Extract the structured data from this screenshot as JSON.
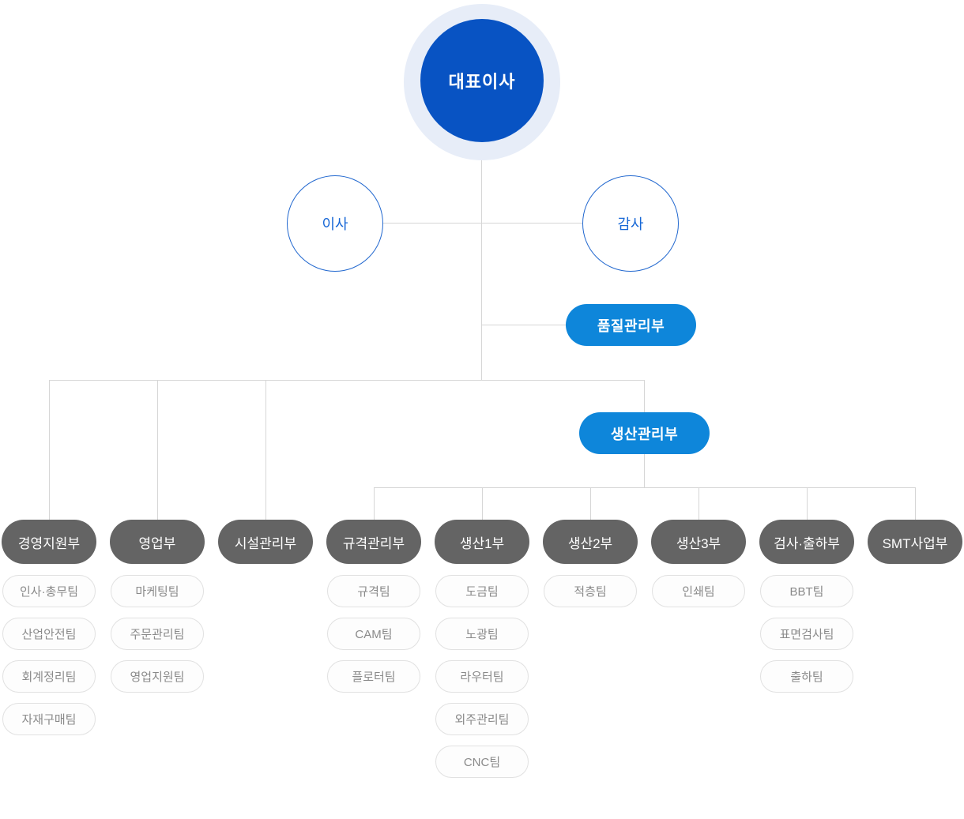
{
  "org_chart": {
    "ceo": {
      "label": "대표이사"
    },
    "advisors": [
      {
        "label": "이사"
      },
      {
        "label": "감사"
      }
    ],
    "quality_dept": {
      "label": "품질관리부"
    },
    "production_mgmt_dept": {
      "label": "생산관리부"
    },
    "departments": [
      {
        "label": "경영지원부",
        "teams": [
          "인사·총무팀",
          "산업안전팀",
          "회계정리팀",
          "자재구매팀"
        ]
      },
      {
        "label": "영업부",
        "teams": [
          "마케팅팀",
          "주문관리팀",
          "영업지원팀"
        ]
      },
      {
        "label": "시설관리부",
        "teams": []
      },
      {
        "label": "규격관리부",
        "teams": [
          "규격팀",
          "CAM팀",
          "플로터팀"
        ]
      },
      {
        "label": "생산1부",
        "teams": [
          "도금팀",
          "노광팀",
          "라우터팀",
          "외주관리팀",
          "CNC팀"
        ]
      },
      {
        "label": "생산2부",
        "teams": [
          "적층팀"
        ]
      },
      {
        "label": "생산3부",
        "teams": [
          "인쇄팀"
        ]
      },
      {
        "label": "검사·출하부",
        "teams": [
          "BBT팀",
          "표면검사팀",
          "출하팀"
        ]
      },
      {
        "label": "SMT사업부",
        "teams": []
      }
    ],
    "colors": {
      "ceo_circle": "#0853c3",
      "ceo_halo": "#e7edf8",
      "advisor_border": "#2268cf",
      "advisor_text": "#1767d6",
      "blue_pill": "#0e86da",
      "dept_pill": "#646464",
      "team_pill_border": "#e1e1e1",
      "team_pill_text": "#8a8a8a",
      "connector_line": "#d6d6d6"
    }
  }
}
